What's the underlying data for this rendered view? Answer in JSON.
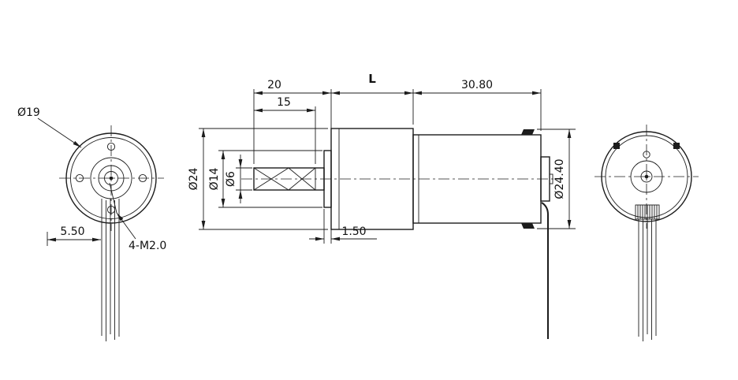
{
  "labels": {
    "front_dia": "Ø19",
    "wire_offset": "5.50",
    "mount_holes": "4-M2.0",
    "shaft_len_total": "20",
    "shaft_len_flat": "15",
    "gearbox_len": "L",
    "motor_len": "30.80",
    "gearbox_dia": "Ø24",
    "boss_dia": "Ø14",
    "shaft_dia": "Ø6",
    "boss_thickness": "1.50",
    "motor_dia": "Ø24.40"
  }
}
